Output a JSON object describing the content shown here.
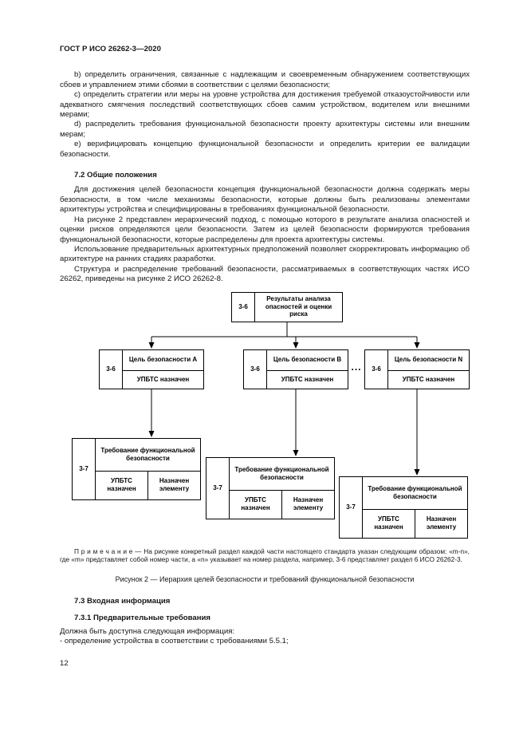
{
  "header": {
    "title": "ГОСТ Р ИСО 26262-3—2020"
  },
  "intro_list": [
    "b) определить ограничения, связанные с надлежащим и своевременным обнаружением соответствующих сбоев и управлением этими сбоями в соответствии с целями безопасности;",
    "c) определить стратегии или меры на уровне устройства для достижения требуемой отказоустойчивости или адекватного смягчения последствий соответствующих сбоев самим устройством, водителем или внешними мерами;",
    "d) распределить требования функциональной безопасности проекту архитектуры системы или внешним мерам;",
    "e) верифицировать концепцию функциональной безопасности и определить критерии ее валидации безопасности."
  ],
  "section_72": {
    "heading": "7.2 Общие положения",
    "paragraphs": [
      "Для достижения целей безопасности концепция функциональной безопасности должна содержать меры безопасности, в том числе механизмы безопасности, которые должны быть реализованы элементами архитектуры устройства и специфицированы в требованиях функциональной безопасности.",
      "На рисунке 2 представлен иерархический подход, с помощью которого в результате анализа опасностей и оценки рисков определяются цели безопасности. Затем из целей безопасности формируются требования функциональной безопасности, которые распределены для проекта архитектуры системы.",
      "Использование предварительных архитектурных предположений позволяет скорректировать информацию об архитектуре на ранних стадиях разработки.",
      "Структура и распределение требований безопасности, рассматриваемых в соответствующих частях ИСО 26262, приведены на рисунке 2 ИСО 26262-8."
    ]
  },
  "figure": {
    "note": "П р и м е ч а н и е — На рисунке конкретный раздел каждой части настоящего стандарта указан следующим образом: «m-n», где «m» представляет собой номер части, а «n» указывает на номер раздела, например, 3-6 представляет раздел 6 ИСО 26262-3.",
    "caption": "Рисунок 2 — Иерархия целей безопасности и требований функциональной безопасности",
    "diagram": {
      "top": {
        "ref": "3-6",
        "label": "Результаты анализа опасностей и оценки риска"
      },
      "goals": [
        {
          "ref": "3-6",
          "title": "Цель безопасности А",
          "sub": "УПБТС назначен"
        },
        {
          "ref": "3-6",
          "title": "Цель безопасности В",
          "sub": "УПБТС назначен"
        },
        {
          "ref": "3-6",
          "title": "Цель безопасности N",
          "sub": "УПБТС назначен"
        }
      ],
      "ellipsis": "...",
      "requirements": [
        {
          "ref": "3-7",
          "title": "Требование функциональной безопасности",
          "asil": "УПБТС назначен",
          "alloc": "Назначен элементу"
        },
        {
          "ref": "3-7",
          "title": "Требование функциональной безопасности",
          "asil": "УПБТС назначен",
          "alloc": "Назначен элементу"
        },
        {
          "ref": "3-7",
          "title": "Требование функциональной безопасности",
          "asil": "УПБТС назначен",
          "alloc": "Назначен элементу"
        }
      ]
    }
  },
  "section_73": {
    "heading": "7.3 Входная информация",
    "sub_heading": "7.3.1 Предварительные требования",
    "paragraphs": [
      "Должна быть доступна следующая информация:",
      "- определение устройства в соответствии с требованиями 5.5.1;"
    ]
  },
  "page_number": "12"
}
